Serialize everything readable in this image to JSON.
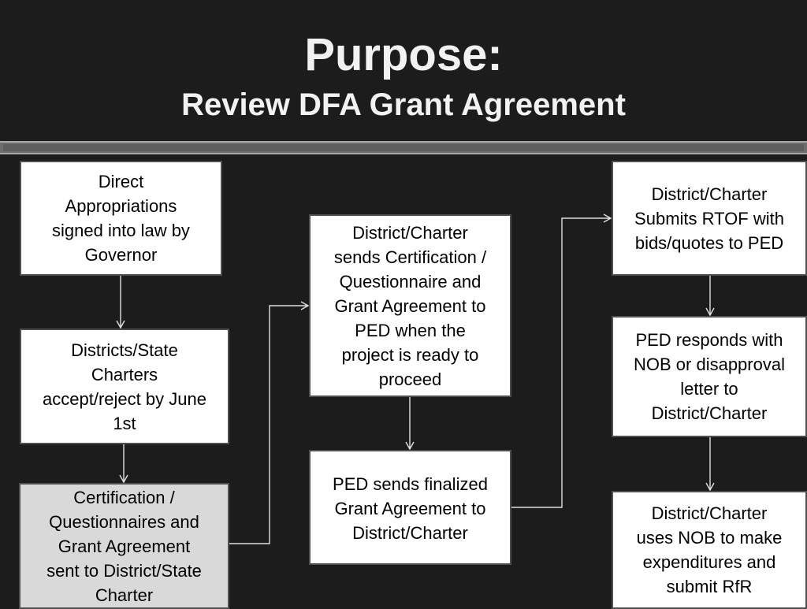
{
  "title": {
    "main": "Purpose:",
    "sub": "Review DFA Grant Agreement"
  },
  "steps": {
    "direct_appropriations": "Direct\nAppropriations\nsigned into law by\nGovernor",
    "accept_reject": "Districts/State\nCharters\naccept/reject by June\n1st",
    "certification_sent": "Certification  /\nQuestionnaires and\nGrant Agreement\nsent to District/State\nCharter",
    "district_sends_certification": "District/Charter\nsends Certification /\nQuestionnaire and\nGrant Agreement to\nPED when the\nproject is ready to\nproceed",
    "ped_sends_finalized": "PED sends finalized\nGrant Agreement to\nDistrict/Charter",
    "submits_rtof": "District/Charter\nSubmits RTOF with\nbids/quotes to PED",
    "ped_responds": "PED responds with\nNOB or disapproval\nletter to\nDistrict/Charter",
    "uses_nob": "District/Charter\nuses NOB to make\nexpenditures and\nsubmit RfR"
  },
  "colors": {
    "background": "#1c1c1c",
    "title": "#f2f2f2",
    "box": "#ffffff",
    "box_shaded": "#d9d9d9",
    "connector": "#e0e0e0"
  }
}
